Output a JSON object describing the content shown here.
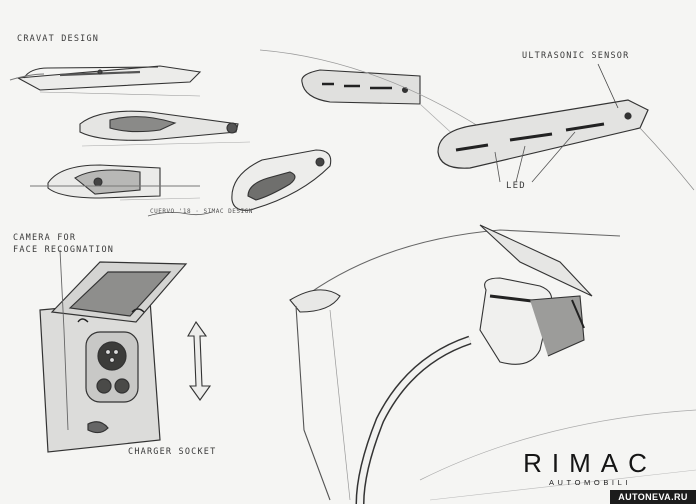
{
  "annotations": {
    "cravat_design": "CRAVAT DESIGN",
    "ultrasonic_sensor": "ULTRASONIC SENSOR",
    "led": "LED",
    "camera": "CAMERA FOR\nFACE RECOGNATION",
    "charger_socket": "CHARGER SOCKET",
    "signature": "CUERVO '18 · SIMAC DESIGN"
  },
  "brand": {
    "name": "RIMAC",
    "sub": "AUTOMOBILI"
  },
  "watermark": "AUTONEVA.RU",
  "colors": {
    "paper": "#f5f5f3",
    "ink": "#2b2b2b",
    "shade": "#8a8a8a"
  }
}
